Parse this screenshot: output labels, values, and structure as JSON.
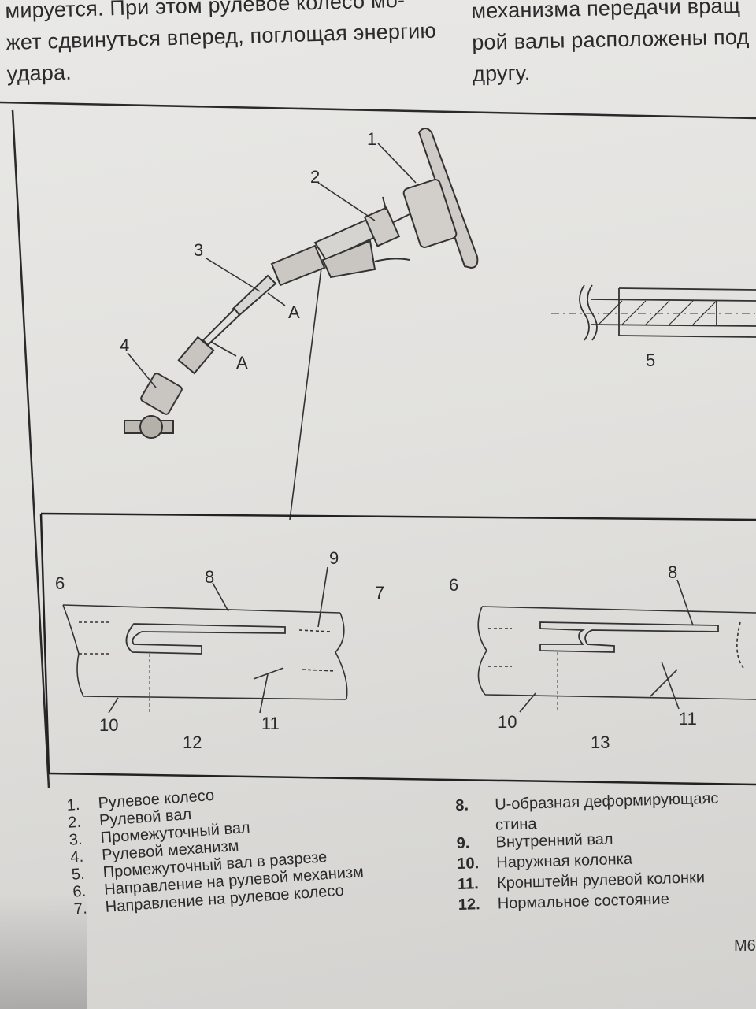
{
  "top_text": {
    "left_lines": [
      "мируется. При этом рулевое колесо мо-",
      "жет сдвинуться вперед, поглощая энергию",
      "удара."
    ],
    "right_lines": [
      "механизма передачи вращ",
      "рой валы расположены под",
      "другу."
    ]
  },
  "diagram_labels": {
    "l1": "1",
    "l2": "2",
    "l3": "3",
    "l4": "4",
    "l5": "5",
    "a1": "A",
    "a2": "A",
    "d6a": "6",
    "d7": "7",
    "d8a": "8",
    "d9": "9",
    "d10a": "10",
    "d11a": "11",
    "d12": "12",
    "d6b": "6",
    "d8b": "8",
    "d10b": "10",
    "d11b": "11",
    "d13": "13"
  },
  "legend_left": [
    {
      "num": "1.",
      "text": "Рулевое колесо"
    },
    {
      "num": "2.",
      "text": "Рулевой вал"
    },
    {
      "num": "3.",
      "text": "Промежуточный вал"
    },
    {
      "num": "4.",
      "text": "Рулевой механизм"
    },
    {
      "num": "5.",
      "text": "Промежуточный вал в разрезе"
    },
    {
      "num": "6.",
      "text": "Направление на рулевой механизм"
    },
    {
      "num": "7.",
      "text": "Направление на рулевое колесо"
    }
  ],
  "legend_right": {
    "item8": {
      "num": "8.",
      "text": "U-образная деформирующаяс",
      "cont": "стина"
    },
    "items": [
      {
        "num": "9.",
        "text": "Внутренний вал"
      },
      {
        "num": "10.",
        "text": "Наружная колонка"
      },
      {
        "num": "11.",
        "text": "Кронштейн рулевой колонки"
      },
      {
        "num": "12.",
        "text": "Нормальное состояние"
      }
    ]
  },
  "corner_code": "М6"
}
